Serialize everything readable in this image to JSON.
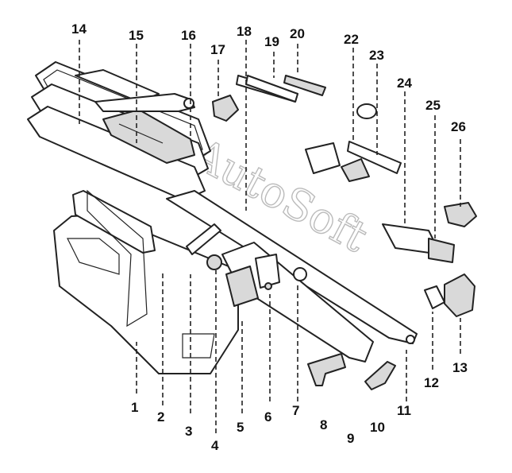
{
  "watermark": "AutoSoft",
  "callouts": [
    {
      "id": "1",
      "label": "1"
    },
    {
      "id": "2",
      "label": "2"
    },
    {
      "id": "3",
      "label": "3"
    },
    {
      "id": "4",
      "label": "4"
    },
    {
      "id": "5",
      "label": "5"
    },
    {
      "id": "6",
      "label": "6"
    },
    {
      "id": "7",
      "label": "7"
    },
    {
      "id": "8",
      "label": "8"
    },
    {
      "id": "9",
      "label": "9"
    },
    {
      "id": "10",
      "label": "10"
    },
    {
      "id": "11",
      "label": "11"
    },
    {
      "id": "12",
      "label": "12"
    },
    {
      "id": "13",
      "label": "13"
    },
    {
      "id": "14",
      "label": "14"
    },
    {
      "id": "15",
      "label": "15"
    },
    {
      "id": "16",
      "label": "16"
    },
    {
      "id": "17",
      "label": "17"
    },
    {
      "id": "18",
      "label": "18"
    },
    {
      "id": "19",
      "label": "19"
    },
    {
      "id": "20",
      "label": "20"
    },
    {
      "id": "21",
      "label": "22"
    },
    {
      "id": "22",
      "label": "23"
    },
    {
      "id": "23",
      "label": "24"
    },
    {
      "id": "24",
      "label": "25"
    },
    {
      "id": "25",
      "label": "26"
    }
  ]
}
